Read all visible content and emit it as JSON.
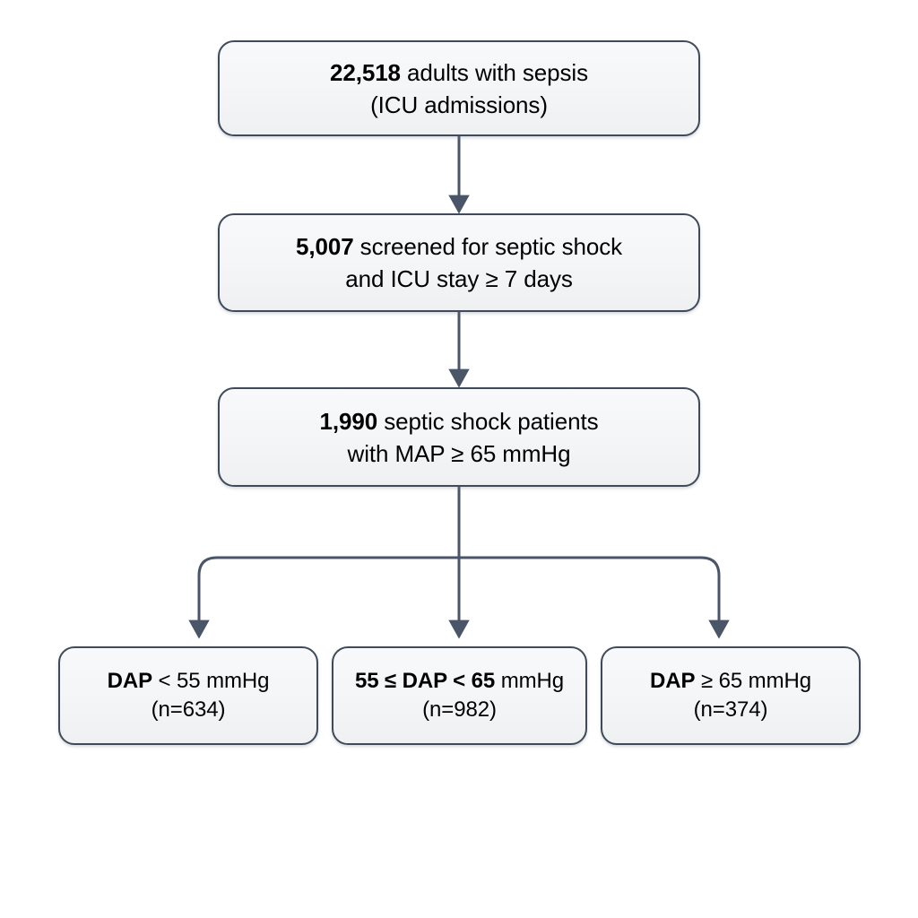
{
  "diagram": {
    "type": "flowchart",
    "title": "Sepsis cohort selection flow diagram",
    "background_color": "#ffffff",
    "box_border_color": "#3f4a5a",
    "box_fill_color": "#f4f5f7",
    "connector_color": "#4a5568"
  },
  "nodes": {
    "screened_cohort": {
      "line1_bold": "22,518",
      "line1_rest": " adults with sepsis",
      "line2": "(ICU admissions)",
      "count": 22518
    },
    "shock_screening": {
      "line1_bold": "5,007",
      "line1_rest": " screened for septic shock",
      "line2": "and ICU stay ≥ 7 days",
      "count": 5007
    },
    "map_cohort": {
      "line1_bold": "1,990",
      "line1_rest": " septic shock patients",
      "line2": "with MAP ≥ 65 mmHg",
      "count": 1990
    },
    "dap_low": {
      "line1_bold": "DAP",
      "line1_rest": " < 55 mmHg",
      "line2": "(n=634)",
      "count": 634
    },
    "dap_mid": {
      "line1_bold": "55 ≤ DAP < 65",
      "line1_rest": " mmHg",
      "line2": "(n=982)",
      "count": 982
    },
    "dap_high": {
      "line1_bold": "DAP",
      "line1_rest": " ≥ 65 mmHg",
      "line2": "(n=374)",
      "count": 374
    }
  },
  "connectors": [
    {
      "name": "arrow-screened-to-screening",
      "from": "screened_cohort",
      "to": "shock_screening",
      "style": "straight-down-arrow"
    },
    {
      "name": "arrow-screening-to-map",
      "from": "shock_screening",
      "to": "map_cohort",
      "style": "straight-down-arrow"
    },
    {
      "name": "split-bar-map-to-dap-groups",
      "from": "map_cohort",
      "to": [
        "dap_low",
        "dap_mid",
        "dap_high"
      ],
      "style": "three-way-split"
    }
  ]
}
